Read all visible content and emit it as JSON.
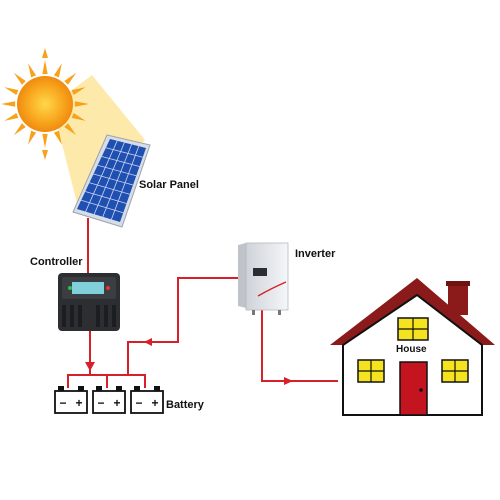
{
  "labels": {
    "solar_panel": "Solar Panel",
    "controller": "Controller",
    "inverter": "Inverter",
    "house": "House",
    "battery": "Battery"
  },
  "battery_terminals": {
    "neg": "−",
    "pos": "+"
  },
  "colors": {
    "wire": "#d8202a",
    "sun": "#f7a21b",
    "sun_rays": "#fde9a6",
    "panel": "#1f4fb0",
    "house_roof": "#8b1a1a",
    "window": "#f5e31f",
    "controller_body": "#2c2e31"
  }
}
